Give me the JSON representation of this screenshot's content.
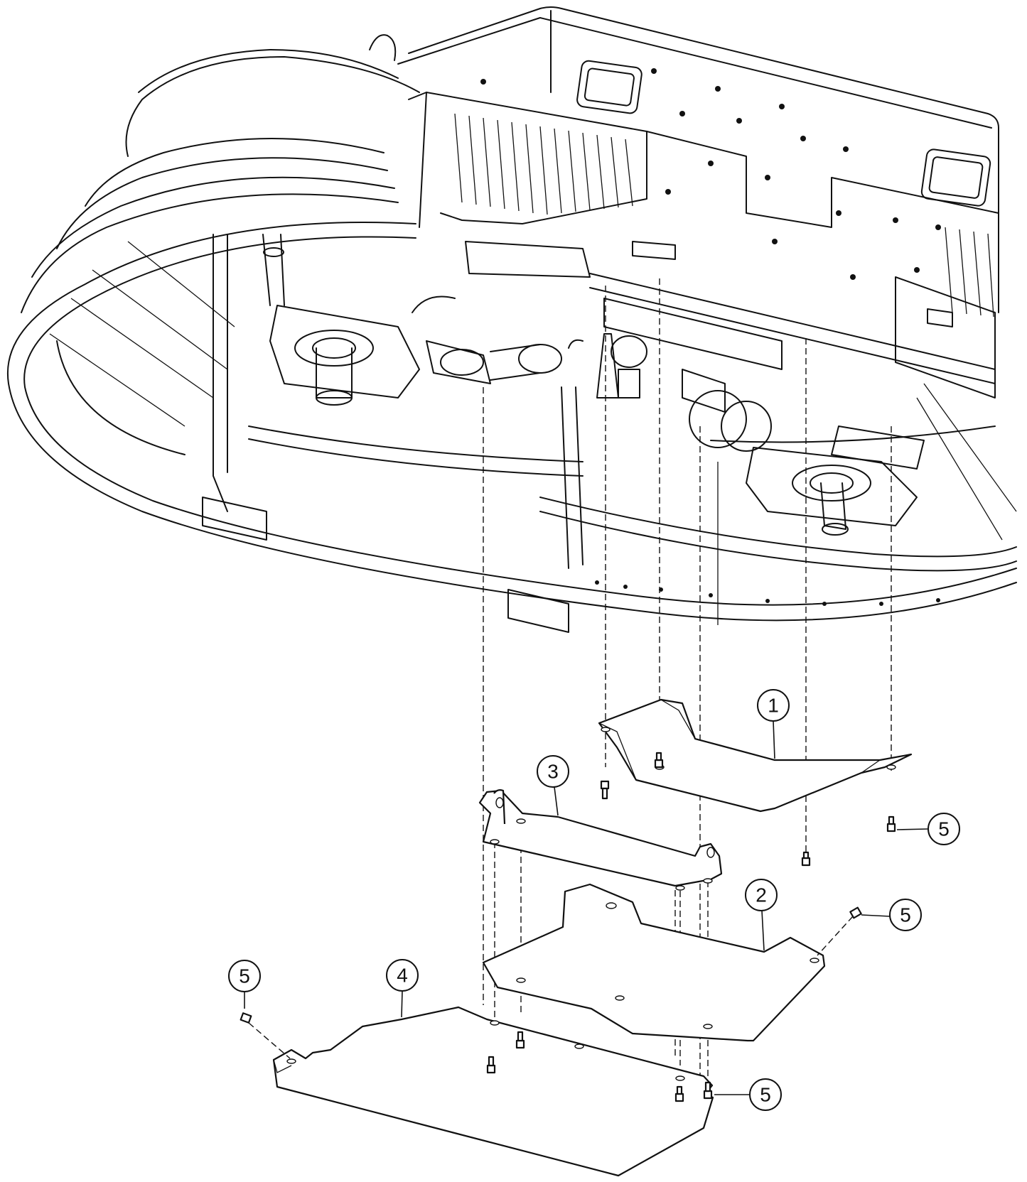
{
  "callouts": [
    {
      "id": "callout-1",
      "label": "1"
    },
    {
      "id": "callout-2",
      "label": "2"
    },
    {
      "id": "callout-3",
      "label": "3"
    },
    {
      "id": "callout-4",
      "label": "4"
    },
    {
      "id": "callout-5a",
      "label": "5"
    },
    {
      "id": "callout-5b",
      "label": "5"
    },
    {
      "id": "callout-5c",
      "label": "5"
    },
    {
      "id": "callout-5d",
      "label": "5"
    }
  ],
  "colors": {
    "line": "#111111",
    "background": "#ffffff"
  }
}
